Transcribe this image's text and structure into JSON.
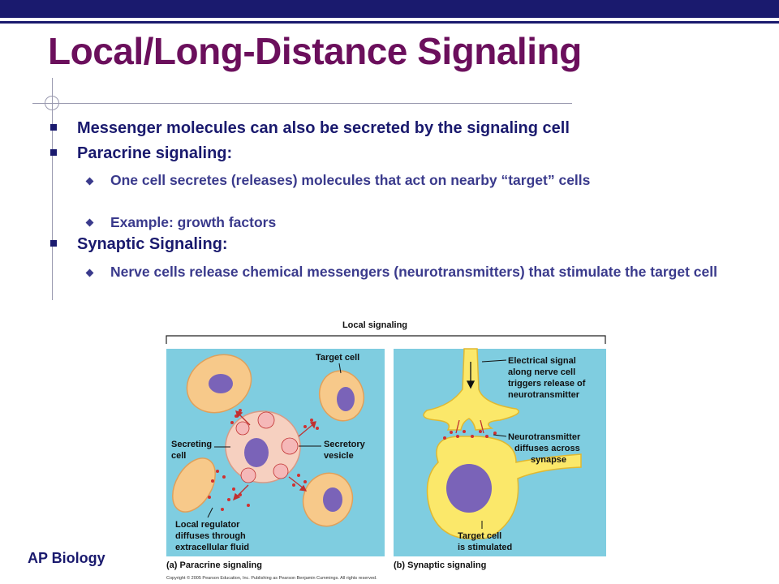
{
  "slide": {
    "title": "Local/Long-Distance Signaling",
    "footer": "AP Biology"
  },
  "bullets": [
    {
      "level": 1,
      "text": "Messenger molecules can also be secreted by the signaling cell"
    },
    {
      "level": 1,
      "text": "Paracrine signaling:"
    },
    {
      "level": 2,
      "text": "One cell secretes (releases) molecules that act on nearby “target” cells"
    },
    {
      "level": 2,
      "text": "Example: growth factors"
    },
    {
      "level": 1,
      "text": "Synaptic Signaling:"
    },
    {
      "level": 2,
      "text": "Nerve cells release chemical messengers (neurotransmitters) that stimulate the target cell"
    }
  ],
  "figure": {
    "header": "Local signaling",
    "panel_a": {
      "caption": "(a) Paracrine signaling",
      "label_target": "Target cell",
      "label_secreting_1": "Secreting",
      "label_secreting_2": "cell",
      "label_vesicle_1": "Secretory",
      "label_vesicle_2": "vesicle",
      "label_regulator_1": "Local regulator",
      "label_regulator_2": "diffuses through",
      "label_regulator_3": "extracellular fluid"
    },
    "panel_b": {
      "caption": "(b) Synaptic signaling",
      "label_electrical_1": "Electrical signal",
      "label_electrical_2": "along nerve cell",
      "label_electrical_3": "triggers release of",
      "label_electrical_4": "neurotransmitter",
      "label_neuro_1": "Neurotransmitter",
      "label_neuro_2": "diffuses across",
      "label_neuro_3": "synapse",
      "label_target_1": "Target cell",
      "label_target_2": "is stimulated"
    },
    "copyright": "Copyright © 2005 Pearson Education, Inc. Publishing as Pearson Benjamin Cummings. All rights reserved."
  },
  "colors": {
    "title": "#6b0f5c",
    "bar": "#1a1a6e",
    "panel_bg": "#7fcde0",
    "cell": "#f7c98a",
    "nucleus": "#7a63b8",
    "neuron": "#fbe86a"
  }
}
